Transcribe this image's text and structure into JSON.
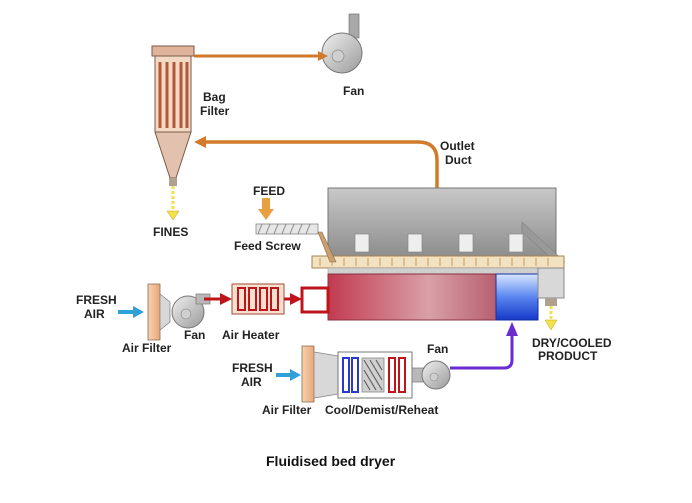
{
  "labels": {
    "fan_top": "Fan",
    "bag_filter_1": "Bag",
    "bag_filter_2": "Filter",
    "outlet_duct_1": "Outlet",
    "outlet_duct_2": "Duct",
    "fines": "FINES",
    "feed": "FEED",
    "feed_screw": "Feed Screw",
    "fresh_air_1a": "FRESH",
    "fresh_air_1b": "AIR",
    "air_filter_1": "Air Filter",
    "fan_1": "Fan",
    "air_heater": "Air Heater",
    "product_1": "DRY/COOLED",
    "product_2": "PRODUCT",
    "fresh_air_2a": "FRESH",
    "fresh_air_2b": "AIR",
    "fan_2": "Fan",
    "air_filter_2": "Air Filter",
    "cool_demist": "Cool/Demist/Reheat"
  },
  "caption": "Fluidised bed dryer",
  "colors": {
    "exhaust_line": "#d07a2a",
    "hot_air_line": "#c0141c",
    "cool_air_line": "#6a2bd0",
    "fresh_air_arrow": "#2fa0d8",
    "product_arrow": "#f2e24a",
    "dryer_body": "#a9a9a9",
    "cool_zone": "#1f4fe0"
  }
}
